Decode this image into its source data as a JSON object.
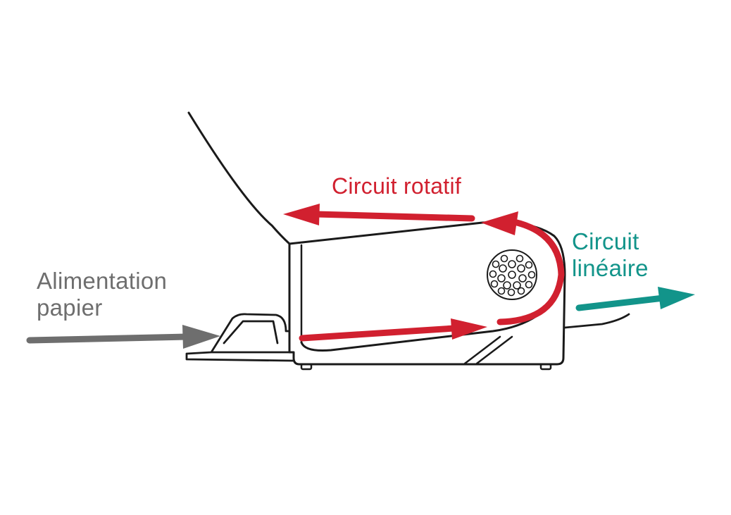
{
  "labels": {
    "circuit_rotatif": "Circuit rotatif",
    "circuit_lineaire": [
      "Circuit",
      "linéaire"
    ],
    "alimentation_papier": [
      "Alimentation",
      "papier"
    ]
  },
  "colors": {
    "rotary_path": "#d1202f",
    "linear_path": "#12948a",
    "paper_feed": "#6e6e6e",
    "outline": "#1a1a1a",
    "background": "#ffffff"
  }
}
